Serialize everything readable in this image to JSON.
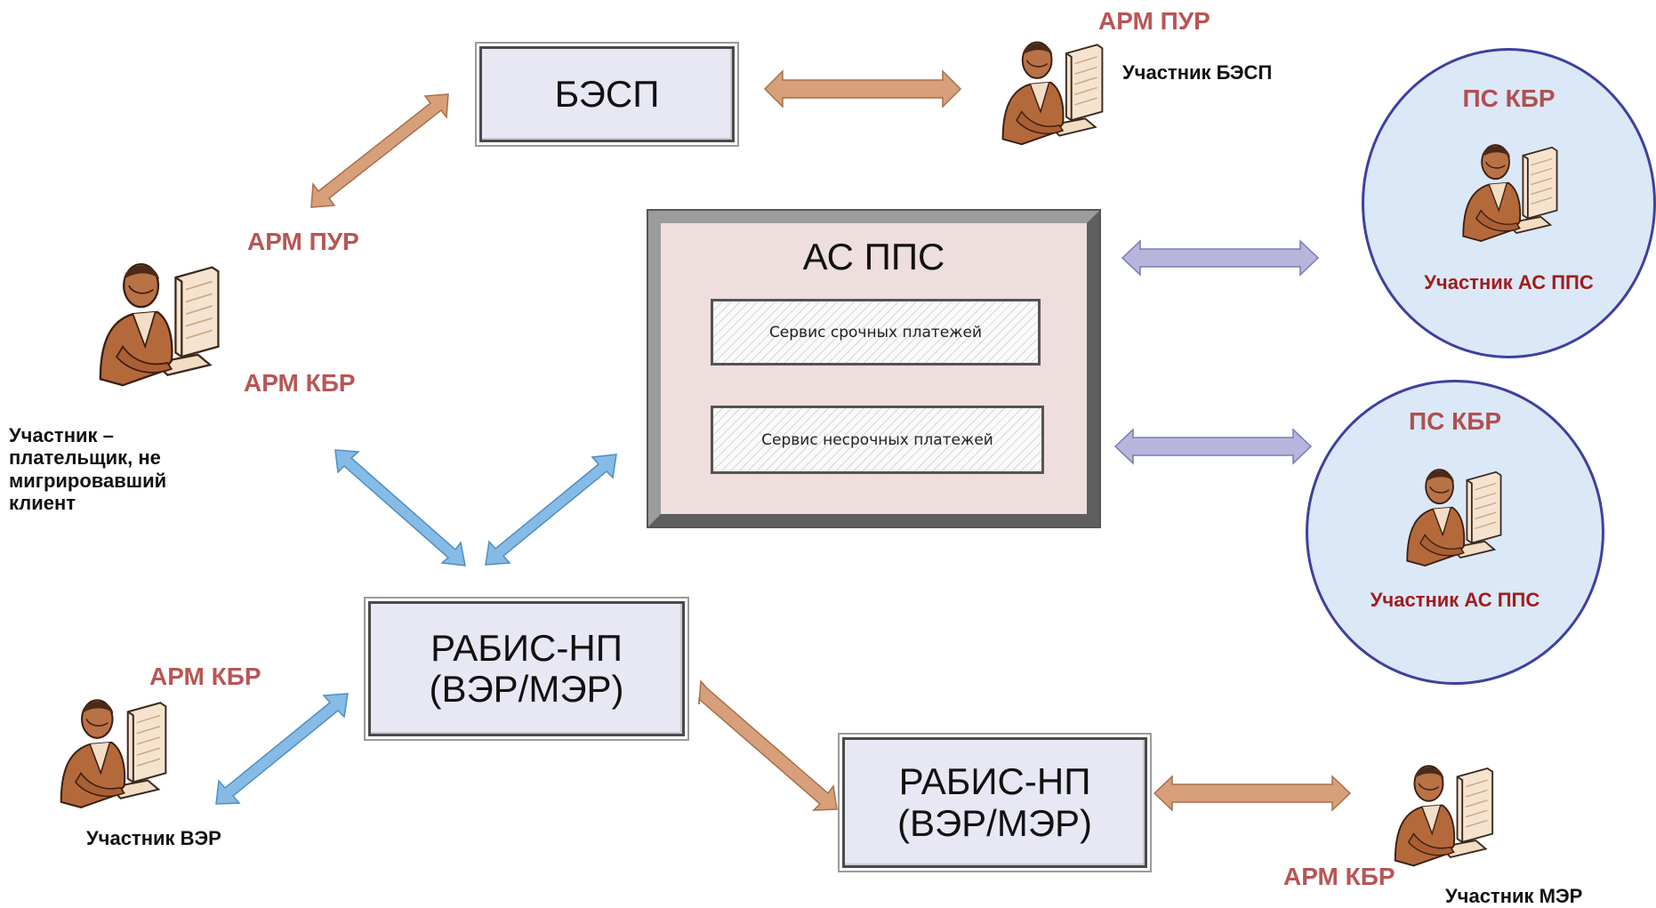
{
  "boxes": {
    "besp": "БЭСП",
    "rabis_top_line1": "РАБИС-НП",
    "rabis_top_line2": "(ВЭР/МЭР)",
    "rabis_bottom_line1": "РАБИС-НП",
    "rabis_bottom_line2": "(ВЭР/МЭР)"
  },
  "as_pps": {
    "title": "АС ППС",
    "service_urgent": "Сервис срочных платежей",
    "service_nonurgent": "Сервис несрочных платежей"
  },
  "circles": [
    {
      "title": "ПС КБР",
      "subtitle": "Участник АС ППС"
    },
    {
      "title": "ПС КБР",
      "subtitle": "Участник АС ППС"
    }
  ],
  "labels": {
    "arm_pur_top": "АРМ ПУР",
    "participant_besp": "Участник БЭСП",
    "arm_pur_left": "АРМ ПУР",
    "arm_kbr_left": "АРМ КБР",
    "payer_line1": "Участник –",
    "payer_line2": "плательщик, не",
    "payer_line3": "мигрировавший",
    "payer_line4": "клиент",
    "arm_kbr_ver": "АРМ КБР",
    "participant_ver": "Участник ВЭР",
    "arm_kbr_mer": "АРМ КБР",
    "participant_mer": "Участник МЭР"
  },
  "icons": [
    "workstation-user-icon"
  ],
  "colors": {
    "arrow_brown": "#d7a07a",
    "arrow_blue": "#86bbe6",
    "arrow_lavender": "#b8b5dd",
    "box_fill": "#e7e8f4",
    "frame_fill": "#efdede",
    "circle_fill": "#dbe8f7",
    "label_red": "#b95555"
  }
}
